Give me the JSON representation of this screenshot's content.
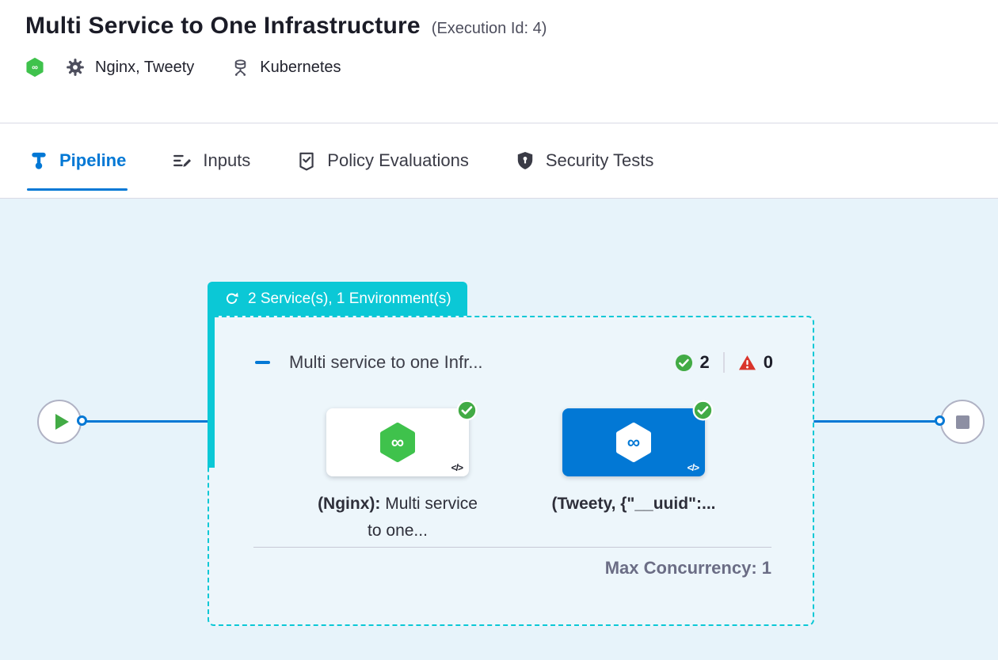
{
  "header": {
    "title": "Multi Service to One Infrastructure",
    "execution_id": "(Execution Id: 4)",
    "services": "Nginx, Tweety",
    "environment": "Kubernetes"
  },
  "tabs": [
    {
      "label": "Pipeline"
    },
    {
      "label": "Inputs"
    },
    {
      "label": "Policy Evaluations"
    },
    {
      "label": "Security Tests"
    }
  ],
  "stage": {
    "badge": "2 Service(s), 1 Environment(s)",
    "title": "Multi service to one Infr...",
    "success_count": "2",
    "failure_count": "0",
    "max_concurrency": "Max Concurrency: 1",
    "code_glyph": "</>",
    "nodes": [
      {
        "name_bold": "(Nginx):",
        "name_rest": " Multi service to one..."
      },
      {
        "name_bold": "(Tweety, {\"__uuid\":...",
        "name_rest": ""
      }
    ]
  },
  "colors": {
    "accent_blue": "#0278d5",
    "stage_teal": "#0bc8d6",
    "success_green": "#42ab45",
    "error_red": "#d9342b",
    "canvas_bg": "#e7f3fa"
  }
}
